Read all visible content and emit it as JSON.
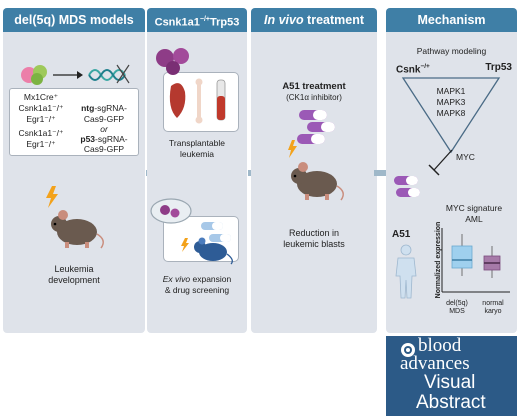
{
  "panel1": {
    "header": "del(5q) MDS models",
    "construct_left": [
      "Mx1Cre⁺",
      "Csnk1a1⁻/⁺",
      "Egr1⁻/⁺",
      "Csnk1a1⁻/⁺",
      "Egr1⁻/⁺"
    ],
    "ntg_bold": "ntg",
    "ntg_rest": "-sgRNA-",
    "cas9_1": "Cas9-GFP",
    "or": "or",
    "p53_bold": "p53",
    "p53_rest": "-sgRNA-",
    "cas9_2": "Cas9-GFP",
    "caption": [
      "Leukemia",
      "development"
    ]
  },
  "panel2": {
    "header_a": "Csnk1a1",
    "header_sup": "−/+",
    "header_b": "Trp53",
    "caption1": [
      "Transplantable",
      "leukemia"
    ],
    "caption2_italic": "Ex vivo",
    "caption2_rest": " expansion",
    "caption2_line2": "& drug screening"
  },
  "panel3": {
    "header_italic": "In vivo",
    "header_rest": " treatment",
    "treatment_title": "A51 treatment",
    "treatment_sub": "(CK1α inhibitor)",
    "caption": [
      "Reduction in",
      "leukemic blasts"
    ]
  },
  "panel4": {
    "header": "Mechanism",
    "pathway_title": "Pathway modeling",
    "csnk": "Csnk",
    "csnk_sup": "−/+",
    "trp53": "Trp53",
    "mapks": [
      "MAPK1",
      "MAPK3",
      "MAPK8"
    ],
    "myc": "MYC",
    "a51": "A51",
    "signature": [
      "MYC signature",
      "AML"
    ],
    "ylabel": "Normalized expression",
    "xlabels": [
      "del(5q)",
      "MDS",
      "normal",
      "karyo"
    ]
  },
  "logo": {
    "line1": "blood",
    "line2": "advances",
    "line3": "Visual",
    "line4": "Abstract"
  },
  "colors": {
    "header": "#3f7fa6",
    "panel": "#dfe3ea",
    "pill_purple": "#9b59b6",
    "pill_light": "#ffffff",
    "logo_bg": "#2c5a87"
  }
}
